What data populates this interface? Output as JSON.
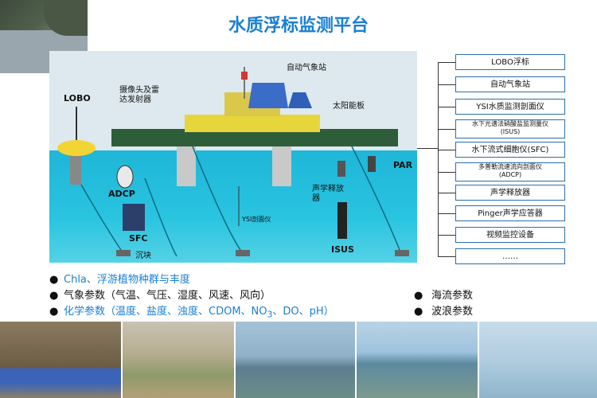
{
  "title": "水质浮标监测平台",
  "diagram_labels": {
    "lobo": "LOBO",
    "camera_radar": "摄像头及雷\n达发射器",
    "weather_station": "自动气象站",
    "solar_panel": "太阳能板",
    "par": "PAR",
    "adcp": "ADCP",
    "sfc": "SFC",
    "acoustic_release": "声学释放\n器",
    "ysi_profiler": "YSI剖面仪",
    "isus": "ISUS",
    "anchor_block": "沉块"
  },
  "instrument_list": [
    "LOBO浮标",
    "自动气象站",
    "YSI水质监测剖面仪",
    "水下光谱法硝酸盐监测量仪\n(ISUS)",
    "水下流式细胞仪(SFC)",
    "多普勒流速流向剖面仪\n(ADCP)",
    "声学释放器",
    "Pinger声学应答器",
    "视频监控设备",
    "……"
  ],
  "parameters": {
    "row1": "Chla、浮游植物种群与丰度",
    "row2": "气象参数（气温、气压、湿度、风速、风向）",
    "row3_prefix": "化学参数（温度、盐度、浊度、CDOM、NO",
    "row3_sub": "3",
    "row3_suffix": "、DO、pH）",
    "right1": "海流参数",
    "right2": "波浪参数"
  },
  "colors": {
    "title": "#1a7fd3",
    "row1": "#1a7fd3",
    "row2": "#111111",
    "row3": "#1a7fd3"
  }
}
